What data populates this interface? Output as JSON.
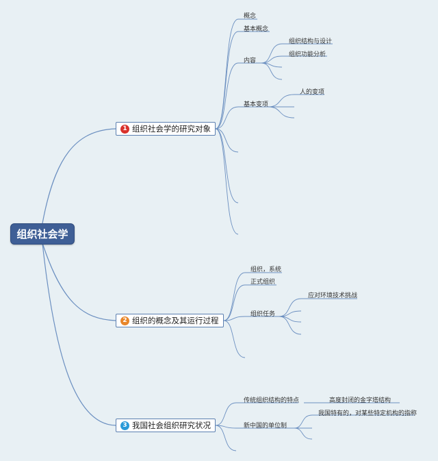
{
  "root": {
    "label": "组织社会学"
  },
  "branches": [
    {
      "number": "1",
      "label": "组织社会学的研究对象",
      "color": "#d9312b",
      "items": [
        {
          "label": "概念"
        },
        {
          "label": "基本概念"
        },
        {
          "label": "内容",
          "children": [
            "组织结构与设计",
            "组织功能分析"
          ]
        },
        {
          "label": "基本变项",
          "children": [
            "人的变项"
          ]
        }
      ]
    },
    {
      "number": "2",
      "label": "组织的概念及其运行过程",
      "color": "#e8862a",
      "items": [
        {
          "label": "组织，系统"
        },
        {
          "label": "正式组织"
        },
        {
          "label": "组织任务",
          "children": [
            "应对环境技术挑战"
          ]
        }
      ]
    },
    {
      "number": "3",
      "label": "我国社会组织研究状况",
      "color": "#2a9ad8",
      "items": [
        {
          "label": "传统组织结构的特点",
          "children": [
            "高度封闭的金字塔结构"
          ]
        },
        {
          "label": "新中国的单位制",
          "children": [
            "我国特有的，对某些特定机构的指称"
          ]
        }
      ]
    }
  ],
  "colors": {
    "line": "#6b8fc0",
    "root_fill": "#3f5f96"
  }
}
